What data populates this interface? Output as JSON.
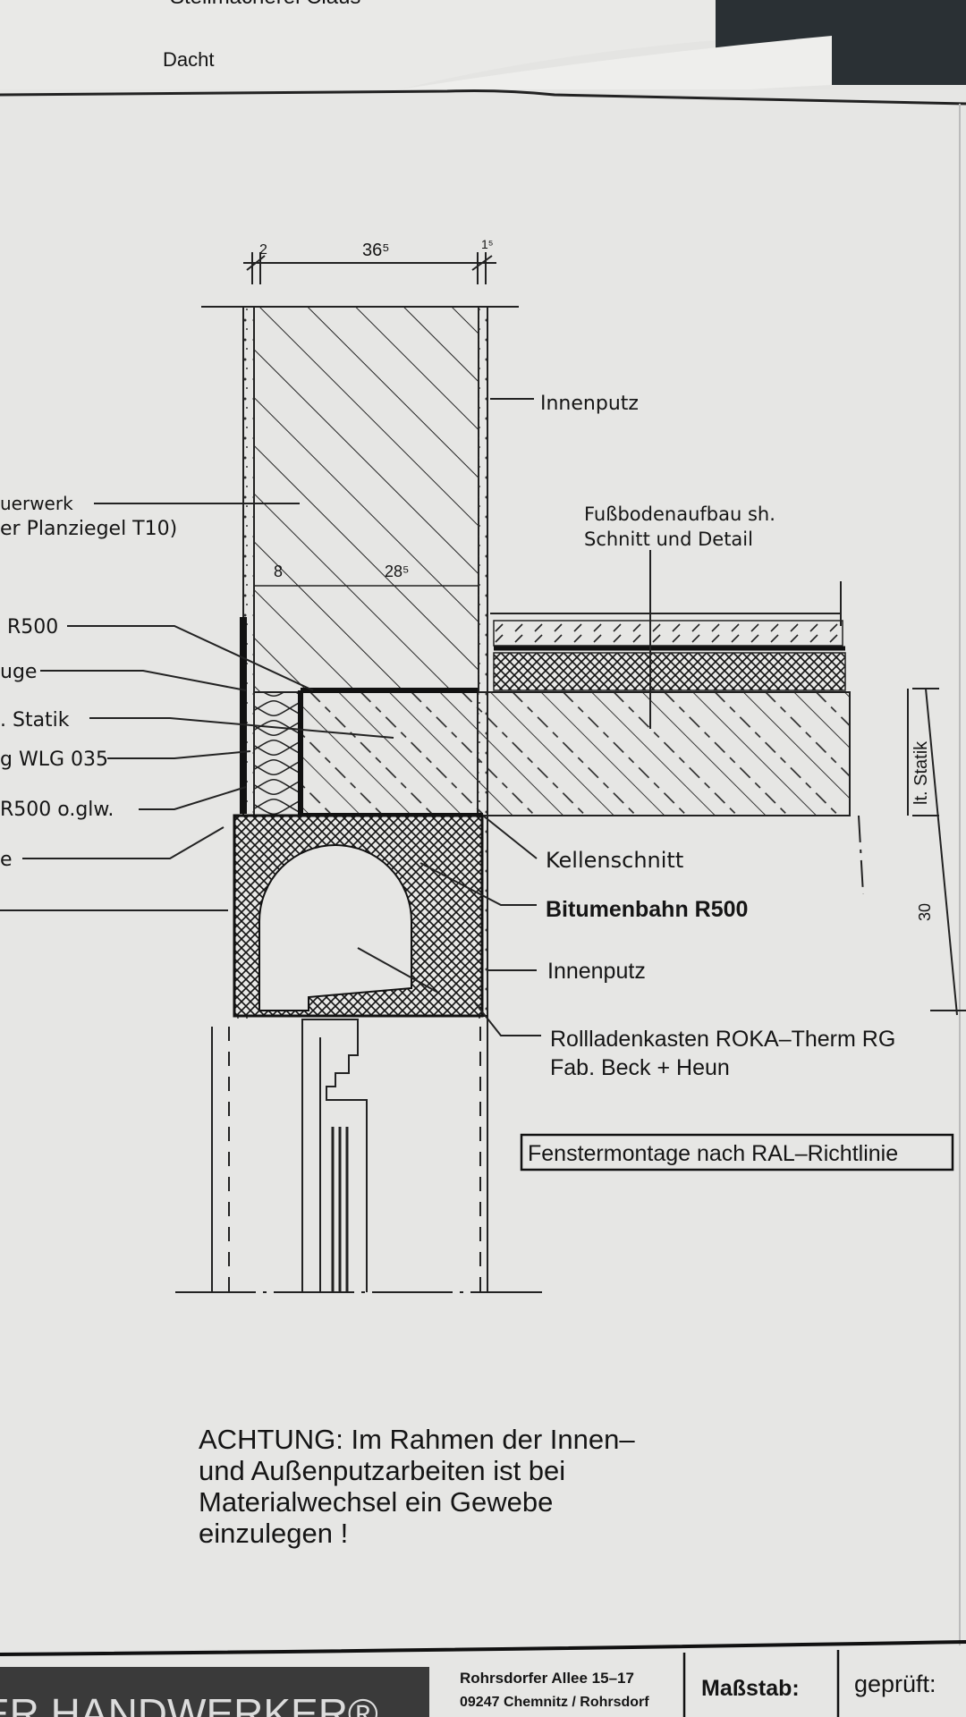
{
  "background_pages": {
    "top_sheet_text": "Stellmacherei Claus",
    "second_sheet_text": "Dacht"
  },
  "dimensions": {
    "top_left": "2",
    "top_total": "36⁵",
    "top_right": "1⁵",
    "insulation": "8",
    "masonry": "28⁵",
    "slab_label": "lt. Statik",
    "box_height": "30"
  },
  "labels_left": [
    "uerwerk",
    "er Planziegel T10)",
    "R500",
    "uge",
    ". Statik",
    "g WLG 035",
    "R500 o.glw.",
    "e"
  ],
  "labels_right": {
    "innenputz_top": "Innenputz",
    "floor_line1": "Fußbodenaufbau sh.",
    "floor_line2": "Schnitt und Detail",
    "kellenschnitt": "Kellenschnitt",
    "bitumen": "Bitumenbahn R500",
    "innenputz_bottom": "Innenputz",
    "rollladen_line1": "Rollladenkasten ROKA–Therm RG",
    "rollladen_line2": "Fab. Beck + Heun",
    "boxed_note": "Fenstermontage nach RAL–Richtlinie"
  },
  "warning": [
    "ACHTUNG: Im Rahmen der Innen–",
    "und Außenputzarbeiten ist bei",
    "Materialwechsel ein Gewebe",
    "einzulegen !"
  ],
  "title_block": {
    "company": "ER HANDWERKER®",
    "address_line1": "Rohrsdorfer Allee 15–17",
    "address_line2": "09247 Chemnitz / Rohrsdorf",
    "scale_label": "Maßstab:",
    "checked_label": "geprüft:"
  }
}
